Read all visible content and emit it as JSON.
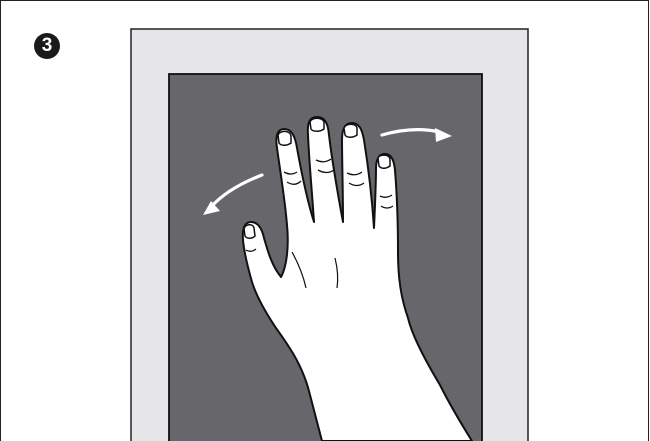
{
  "step": {
    "number": "3"
  },
  "illustration": {
    "icon": "hand-swipe-gesture-icon",
    "gesture": "swipe",
    "direction": "bidirectional",
    "colors": {
      "device_bezel": "#e6e6e8",
      "device_outline": "#222222",
      "screen": "#67676b",
      "hand_fill": "#ffffff",
      "hand_outline": "#111111",
      "arrows": "#ffffff",
      "badge": "#1a1a1a"
    }
  }
}
